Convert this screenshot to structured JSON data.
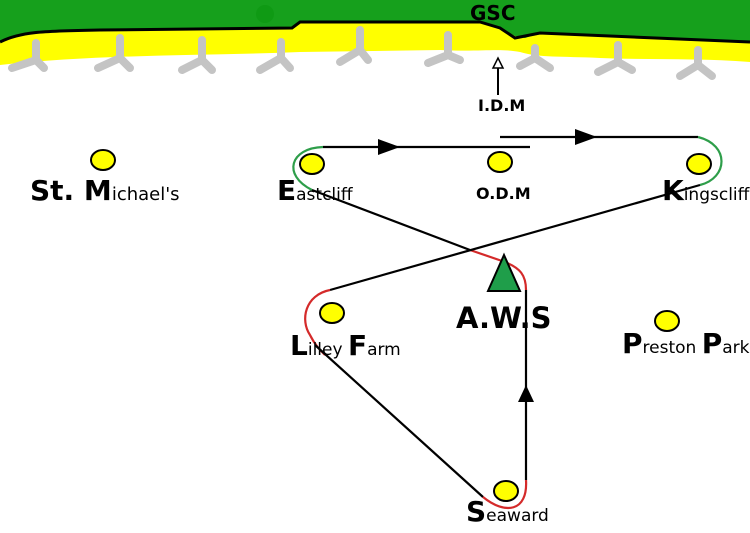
{
  "title": "GSC",
  "colors": {
    "land": "#16a01c",
    "beach": "#ffff00",
    "groyne": "#c4c4c4",
    "station": "#ffff00",
    "route": "#000000",
    "curve_green": "#2e9e4a",
    "curve_red": "#d42a2a",
    "aws": "#1f9e4a"
  },
  "coast_label": "GSC",
  "markers": {
    "idm": "I.D.M",
    "odm": "O.D.M",
    "aws": "A.W.S"
  },
  "stations": [
    {
      "id": "st-michaels",
      "initial": "St. M",
      "rest": "ichael's"
    },
    {
      "id": "eastcliff",
      "initial": "E",
      "rest": "astcliff"
    },
    {
      "id": "kingscliff",
      "initial": "K",
      "rest": "ingscliff"
    },
    {
      "id": "lilley-farm",
      "initial": "L",
      "rest": "illey ",
      "initial2": "F",
      "rest2": "arm"
    },
    {
      "id": "preston-park",
      "initial": "P",
      "rest": "reston ",
      "initial2": "P",
      "rest2": "ark"
    },
    {
      "id": "seaward",
      "initial": "S",
      "rest": "eaward"
    }
  ]
}
